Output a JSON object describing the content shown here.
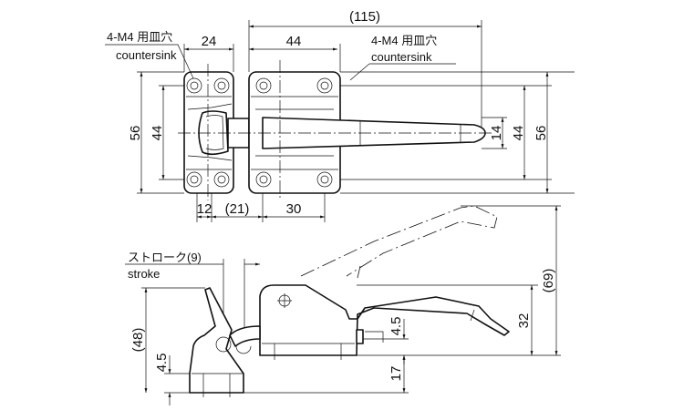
{
  "title": "Latch dimension drawing",
  "top_view": {
    "dim_overall_length": "(115)",
    "dim_left_plate_width": "24",
    "dim_right_plate_width": "44",
    "dim_left_height": "56",
    "dim_left_hole_pitch": "44",
    "dim_handle_width": "14",
    "dim_right_hole_pitch": "44",
    "dim_right_height": "56",
    "dim_bottom_12": "12",
    "dim_bottom_21": "(21)",
    "dim_bottom_30": "30",
    "left_note_jp": "4-M4 用皿穴",
    "left_note_en": "countersink",
    "right_note_jp": "4-M4 用皿穴",
    "right_note_en": "countersink"
  },
  "side_view": {
    "stroke_jp": "ストローク(9)",
    "stroke_en": "stroke",
    "dim_open_height": "(69)",
    "dim_height_32": "32",
    "dim_offset_4_5": "4.5",
    "dim_17": "17",
    "dim_48": "(48)",
    "dim_base_4_5": "4.5"
  }
}
